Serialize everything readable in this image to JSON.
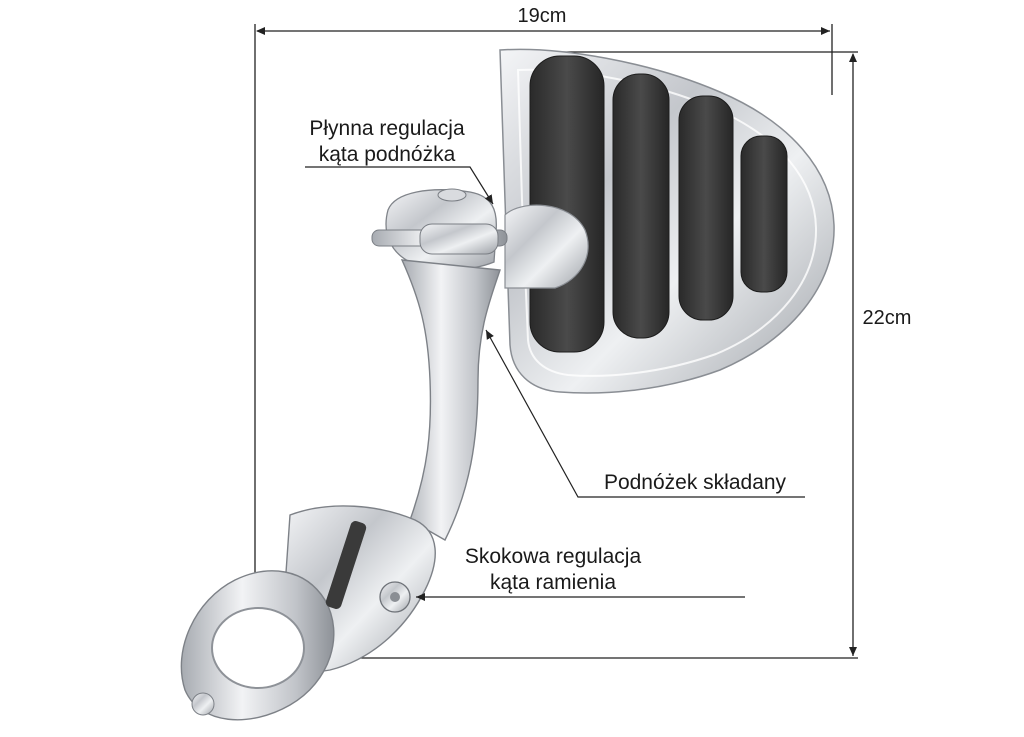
{
  "dimensions": {
    "width_label": "19cm",
    "height_label": "22cm"
  },
  "callouts": {
    "angle_adjust": {
      "line1": "Płynna regulacja",
      "line2": "kąta podnóżka"
    },
    "folding": {
      "text": "Podnóżek składany"
    },
    "arm_adjust": {
      "line1": "Skokowa regulacja",
      "line2": "kąta ramienia"
    }
  },
  "colors": {
    "line": "#222222",
    "chrome": "#c9ccd0",
    "rubber": "#3a3a3a"
  }
}
